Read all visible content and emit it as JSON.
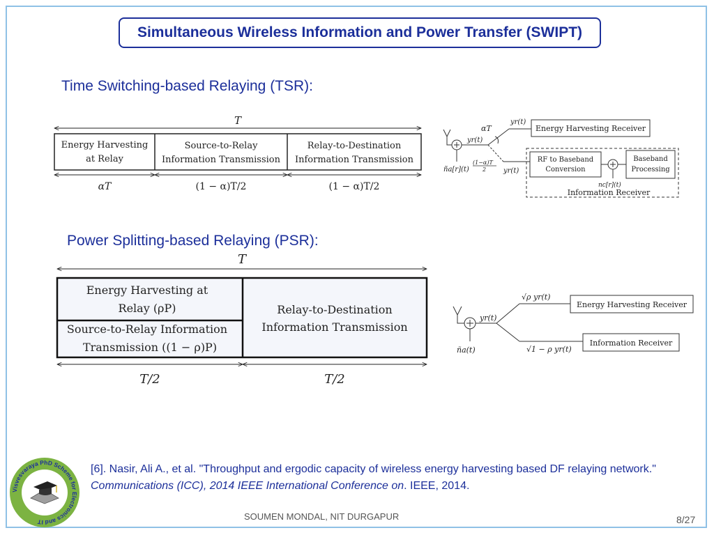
{
  "slide": {
    "title": "Simultaneous Wireless Information and Power Transfer (SWIPT)",
    "tsr_heading": "Time Switching-based Relaying (TSR):",
    "psr_heading": "Power Splitting-based Relaying (PSR):"
  },
  "tsr_frame": {
    "total_label": "T",
    "block1_line1": "Energy Harvesting",
    "block1_line2": "at Relay",
    "block2_line1": "Source-to-Relay",
    "block2_line2": "Information Transmission",
    "block3_line1": "Relay-to-Destination",
    "block3_line2": "Information Transmission",
    "dur1": "αT",
    "dur2": "(1 − α)T/2",
    "dur3": "(1 − α)T/2"
  },
  "tsr_receiver": {
    "alpha_t": "αT",
    "yr_top": "yr(t)",
    "yr_in": "yr(t)",
    "yr_bottom": "yr(t)",
    "frac_label": "(1−α)T",
    "frac_den": "2",
    "noise_a": "ña[r](t)",
    "noise_c": "nc[r](t)",
    "eh_receiver": "Energy Harvesting Receiver",
    "rf_line1": "RF to Baseband",
    "rf_line2": "Conversion",
    "bb_line1": "Baseband",
    "bb_line2": "Processing",
    "info_receiver": "Information Receiver"
  },
  "psr_frame": {
    "total_label": "T",
    "eh_line1": "Energy Harvesting at",
    "eh_line2": "Relay (ρP)",
    "sr_line1": "Source-to-Relay Information",
    "sr_line2": "Transmission ((1 − ρ)P)",
    "rd_line1": "Relay-to-Destination",
    "rd_line2": "Information Transmission",
    "dur1": "T/2",
    "dur2": "T/2"
  },
  "psr_receiver": {
    "yr_in": "yr(t)",
    "sqrt_rho": "√ρ yr(t)",
    "sqrt_one_minus_rho": "√1 − ρ yr(t)",
    "noise_a": "ña(t)",
    "eh_receiver": "Energy Harvesting Receiver",
    "info_receiver": "Information Receiver"
  },
  "reference": {
    "prefix": "[6]. Nasir, Ali A., et al. \"Throughput and ergodic capacity of wireless energy harvesting based DF relaying network.\" ",
    "venue": "Communications (ICC), 2014 IEEE International Conference on",
    "suffix": ". IEEE, 2014."
  },
  "footer": {
    "author": "SOUMEN MONDAL, NIT DURGAPUR",
    "page": "8/27"
  },
  "logo": {
    "text": "Visvesvaraya PhD Scheme for Electronics and IT",
    "icon": "graduation-cap-book-icon"
  },
  "colors": {
    "accent": "#1c2f9a",
    "frame_border": "#8fc1e6",
    "box_fill": "#f4f6fb"
  }
}
